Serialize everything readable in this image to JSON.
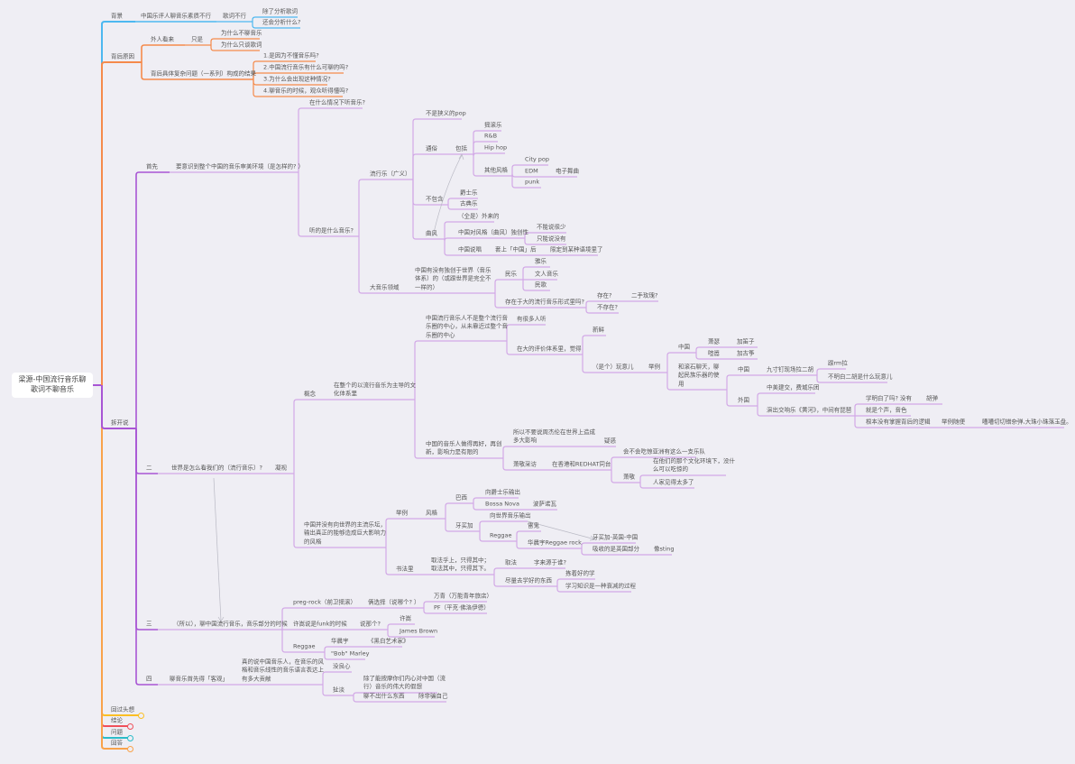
{
  "colors": {
    "blue": "#4db8f0",
    "orange": "#f58a4b",
    "purple": "#a855d4",
    "purple_light": "#d2a9e6",
    "yellow": "#fbbf24",
    "red": "#ef4f5a",
    "teal": "#2bbcc8",
    "orange2": "#f9a24a",
    "link": "#b9b9c4"
  },
  "root": {
    "text": "梁源-中国流行音乐聊歌词不聊音乐"
  },
  "nodes": [
    {
      "id": "b1",
      "text": "背景",
      "parent": "root",
      "branch": "blue"
    },
    {
      "id": "b2",
      "text": "中国乐评人聊音乐素质不行",
      "parent": "b1"
    },
    {
      "id": "b3",
      "text": "歌词不行",
      "parent": "b2"
    },
    {
      "id": "b4",
      "text": "除了分析歌词",
      "parent": "b3"
    },
    {
      "id": "b5",
      "text": "还会分析什么?",
      "parent": "b3"
    },
    {
      "id": "o1",
      "text": "背后原因",
      "parent": "root",
      "branch": "orange"
    },
    {
      "id": "o2",
      "text": "外人看来",
      "parent": "o1"
    },
    {
      "id": "o3",
      "text": "只是",
      "parent": "o2"
    },
    {
      "id": "o4",
      "text": "为什么不聊音乐",
      "parent": "o3"
    },
    {
      "id": "o5",
      "text": "为什么只谈歌词",
      "parent": "o3"
    },
    {
      "id": "o6",
      "text": "背后具体复杂问题（一系列）构成的结果",
      "parent": "o1"
    },
    {
      "id": "o7",
      "text": "1.是因为不懂音乐吗?",
      "parent": "o6"
    },
    {
      "id": "o8",
      "text": "2.中国流行音乐有什么可聊的吗?",
      "parent": "o6"
    },
    {
      "id": "o9",
      "text": "3.为什么会出现这种情况?",
      "parent": "o6"
    },
    {
      "id": "o10",
      "text": "4.聊音乐的时候，观众听得懂吗?",
      "parent": "o6"
    },
    {
      "id": "f1",
      "text": "回过头想",
      "parent": "root",
      "branch": "yellow"
    },
    {
      "id": "f2",
      "text": "结论",
      "parent": "root",
      "branch": "red"
    },
    {
      "id": "f3",
      "text": "问题",
      "parent": "root",
      "branch": "teal"
    },
    {
      "id": "f4",
      "text": "回答",
      "parent": "root",
      "branch": "orange2"
    },
    {
      "id": "p0",
      "text": "拆开说",
      "parent": "root",
      "branch": "purple"
    },
    {
      "id": "a1",
      "text": "首先",
      "parent": "p0"
    },
    {
      "id": "a2",
      "text": "要意识到整个中国的音乐审美环境（是怎样的? ）",
      "parent": "a1"
    },
    {
      "id": "a3",
      "text": "在什么情况下听音乐?",
      "parent": "a2"
    },
    {
      "id": "a4",
      "text": "听的是什么音乐?",
      "parent": "a2"
    },
    {
      "id": "a5",
      "text": "流行乐（广义）",
      "parent": "a4"
    },
    {
      "id": "a6",
      "text": "不是狭义的pop",
      "parent": "a5"
    },
    {
      "id": "a7",
      "text": "通俗",
      "parent": "a5"
    },
    {
      "id": "a8",
      "text": "包括",
      "parent": "a7"
    },
    {
      "id": "a9",
      "text": "摇滚乐",
      "parent": "a8"
    },
    {
      "id": "a10",
      "text": "R&B",
      "parent": "a8"
    },
    {
      "id": "a11",
      "text": "Hip hop",
      "parent": "a8"
    },
    {
      "id": "a12",
      "text": "其他风格",
      "parent": "a8"
    },
    {
      "id": "a13",
      "text": "City pop",
      "parent": "a12"
    },
    {
      "id": "a14",
      "text": "EDM",
      "parent": "a12"
    },
    {
      "id": "a15",
      "text": "电子舞曲",
      "parent": "a14"
    },
    {
      "id": "a16",
      "text": "punk",
      "parent": "a12"
    },
    {
      "id": "a17",
      "text": "不包含",
      "parent": "a5"
    },
    {
      "id": "a18",
      "text": "爵士乐",
      "parent": "a17"
    },
    {
      "id": "a19",
      "text": "古典乐",
      "parent": "a17"
    },
    {
      "id": "a20",
      "text": "曲风",
      "parent": "a5"
    },
    {
      "id": "a21",
      "text": "（全是）外来的",
      "parent": "a20"
    },
    {
      "id": "a22",
      "text": "中国对风格（曲风）独创性",
      "parent": "a20"
    },
    {
      "id": "a23",
      "text": "不能说很少",
      "parent": "a22"
    },
    {
      "id": "a24",
      "text": "只能说没有",
      "parent": "a22"
    },
    {
      "id": "a25",
      "text": "中国说唱",
      "parent": "a20"
    },
    {
      "id": "a26",
      "text": "套上「中国」后",
      "parent": "a25"
    },
    {
      "id": "a27",
      "text": "限定到某种语境里了",
      "parent": "a26"
    },
    {
      "id": "a28",
      "text": "大音乐领域",
      "parent": "a4"
    },
    {
      "id": "a29",
      "text": "中国有没有独创于世界（音乐体系）的（或跟世界是完全不一样的）",
      "parent": "a28"
    },
    {
      "id": "a30",
      "text": "民乐",
      "parent": "a29"
    },
    {
      "id": "a31",
      "text": "雅乐",
      "parent": "a30"
    },
    {
      "id": "a32",
      "text": "文人音乐",
      "parent": "a30"
    },
    {
      "id": "a33",
      "text": "民歌",
      "parent": "a30"
    },
    {
      "id": "a34",
      "text": "存在于大的流行音乐形式里吗?",
      "parent": "a29"
    },
    {
      "id": "a35",
      "text": "存在?",
      "parent": "a34"
    },
    {
      "id": "a36",
      "text": "二手玫瑰?",
      "parent": "a35"
    },
    {
      "id": "a37",
      "text": "不存在?",
      "parent": "a34"
    },
    {
      "id": "c1",
      "text": "二",
      "parent": "p0"
    },
    {
      "id": "c2",
      "text": "世界是怎么看我们的（流行音乐）?",
      "parent": "c1"
    },
    {
      "id": "c3",
      "text": "凝视",
      "parent": "c2"
    },
    {
      "id": "c4",
      "text": "概念",
      "parent": "c3"
    },
    {
      "id": "c5",
      "text": "在整个的以流行音乐为主导的文化体系里",
      "parent": "c4"
    },
    {
      "id": "c6",
      "text": "中国流行音乐人不是整个流行音乐圈的中心，从未靠近过整个音乐圈的中心",
      "parent": "c5"
    },
    {
      "id": "c7",
      "text": "有很多人听",
      "parent": "c6"
    },
    {
      "id": "c8",
      "text": "在大的评价体系里，觉得",
      "parent": "c6"
    },
    {
      "id": "c9",
      "text": "新鲜",
      "parent": "c8"
    },
    {
      "id": "c10",
      "text": "（是个）玩意儿",
      "parent": "c8"
    },
    {
      "id": "c11",
      "text": "举例",
      "parent": "c10"
    },
    {
      "id": "c12",
      "text": "中国",
      "parent": "c11"
    },
    {
      "id": "c13",
      "text": "萧瑟",
      "parent": "c12"
    },
    {
      "id": "c14",
      "text": "加笛子",
      "parent": "c13"
    },
    {
      "id": "c15",
      "text": "喧嚣",
      "parent": "c12"
    },
    {
      "id": "c16",
      "text": "加古筝",
      "parent": "c15"
    },
    {
      "id": "c17",
      "text": "和滚石聊天，聊起民族乐器的使用",
      "parent": "c11"
    },
    {
      "id": "c18",
      "text": "中国",
      "parent": "c17"
    },
    {
      "id": "c19",
      "text": "九寸钉现场拉二胡",
      "parent": "c18"
    },
    {
      "id": "c20",
      "text": "跟rm拉",
      "parent": "c19"
    },
    {
      "id": "c21",
      "text": "不明白二胡是什么玩意儿",
      "parent": "c19"
    },
    {
      "id": "c22",
      "text": "外国",
      "parent": "c17"
    },
    {
      "id": "c23",
      "text": "中美建交，费城乐团",
      "parent": "c22"
    },
    {
      "id": "c24",
      "text": "演出交响乐《黄河》，中间有琵琶",
      "parent": "c22"
    },
    {
      "id": "c25",
      "text": "学明白了吗? 没有",
      "parent": "c24"
    },
    {
      "id": "c26",
      "text": "胡弹",
      "parent": "c25"
    },
    {
      "id": "c27",
      "text": "就是个声，音色",
      "parent": "c24"
    },
    {
      "id": "c28",
      "text": "根本没有掌握背后的逻辑",
      "parent": "c24"
    },
    {
      "id": "c29",
      "text": "举例随便",
      "parent": "c28"
    },
    {
      "id": "c30",
      "text": "嘈嘈切切错杂弹,大珠小珠落玉盘。",
      "parent": "c29"
    },
    {
      "id": "c31",
      "text": "中国的音乐人做得再好，再创新，影响力是有限的",
      "parent": "c5"
    },
    {
      "id": "c32",
      "text": "所以不要说周杰伦在世界上造成多大影响",
      "parent": "c31"
    },
    {
      "id": "c33",
      "text": "疑惑",
      "parent": "c32"
    },
    {
      "id": "c34",
      "text": "萧敬采访",
      "parent": "c31"
    },
    {
      "id": "c35",
      "text": "在香港和REDHAT同台",
      "parent": "c34"
    },
    {
      "id": "c36",
      "text": "会不会吃惊亚洲有这么一支乐队",
      "parent": "c35"
    },
    {
      "id": "c37",
      "text": "萧敬",
      "parent": "c35"
    },
    {
      "id": "c38",
      "text": "在他们的那个文化环境下，没什么可以吃惊的",
      "parent": "c37"
    },
    {
      "id": "c39",
      "text": "人家见得太多了",
      "parent": "c37"
    },
    {
      "id": "c40",
      "text": "中国并没有向世界的主流乐坛，输出真正的能够造成巨大影响力的风格",
      "parent": "c3"
    },
    {
      "id": "c41",
      "text": "举例",
      "parent": "c40"
    },
    {
      "id": "c42",
      "text": "风格",
      "parent": "c41"
    },
    {
      "id": "c43",
      "text": "巴西",
      "parent": "c42"
    },
    {
      "id": "c44",
      "text": "向爵士乐输出",
      "parent": "c43"
    },
    {
      "id": "c45",
      "text": "Bossa Nova",
      "parent": "c43"
    },
    {
      "id": "c46",
      "text": "波萨诺瓦",
      "parent": "c45"
    },
    {
      "id": "c47",
      "text": "牙买加",
      "parent": "c42"
    },
    {
      "id": "c48",
      "text": "向世界音乐输出",
      "parent": "c47"
    },
    {
      "id": "c49",
      "text": "Reggae",
      "parent": "c47"
    },
    {
      "id": "c50",
      "text": "雷鬼",
      "parent": "c49"
    },
    {
      "id": "c51",
      "text": "华晨宇Reggae rock",
      "parent": "c49"
    },
    {
      "id": "c52",
      "text": "牙买加-英国-中国",
      "parent": "c51"
    },
    {
      "id": "c53",
      "text": "吸收的是英国部分",
      "parent": "c51"
    },
    {
      "id": "c54",
      "text": "像sting",
      "parent": "c53"
    },
    {
      "id": "c55",
      "text": "书法里",
      "parent": "c40"
    },
    {
      "id": "c56",
      "text": "取法乎上，只得其中；取法其中，只得其下。",
      "parent": "c55"
    },
    {
      "id": "c57",
      "text": "取法",
      "parent": "c56"
    },
    {
      "id": "c58",
      "text": "字来源于谁?",
      "parent": "c57"
    },
    {
      "id": "c59",
      "text": "尽量去学好的东西",
      "parent": "c56"
    },
    {
      "id": "c60",
      "text": "拣着好的学",
      "parent": "c59"
    },
    {
      "id": "c61",
      "text": "学习知识是一种衰减的过程",
      "parent": "c59"
    },
    {
      "id": "d1",
      "text": "三",
      "parent": "p0"
    },
    {
      "id": "d2",
      "text": "（所以），聊中国流行音乐，音乐部分的时候",
      "parent": "d1"
    },
    {
      "id": "d3",
      "text": "preg-rock（前卫摇滚）",
      "parent": "d2"
    },
    {
      "id": "d4",
      "text": "俩选择（说哪个? ）",
      "parent": "d3"
    },
    {
      "id": "d5",
      "text": "万青（万能青年旅店）",
      "parent": "d4"
    },
    {
      "id": "d6",
      "text": "PF（平克·佛洛伊德）",
      "parent": "d4"
    },
    {
      "id": "d7",
      "text": "许嵩说是funk的时候",
      "parent": "d2"
    },
    {
      "id": "d8",
      "text": "说那个?",
      "parent": "d7"
    },
    {
      "id": "d9",
      "text": "许嵩",
      "parent": "d8"
    },
    {
      "id": "d10",
      "text": "James Brown",
      "parent": "d8"
    },
    {
      "id": "d11",
      "text": "Reggae",
      "parent": "d2"
    },
    {
      "id": "d12",
      "text": "华晨宇",
      "parent": "d11"
    },
    {
      "id": "d13",
      "text": "《黑白艺术家》",
      "parent": "d12"
    },
    {
      "id": "d14",
      "text": "\"Bob\" Marley",
      "parent": "d11"
    },
    {
      "id": "e1",
      "text": "四",
      "parent": "p0"
    },
    {
      "id": "e2",
      "text": "聊音乐首先得「客观」",
      "parent": "e1"
    },
    {
      "id": "e3",
      "text": "真的说中国音乐人，在音乐的风格和音乐线性的音乐语言表达上有多大贡献",
      "parent": "e2"
    },
    {
      "id": "e4",
      "text": "没良心",
      "parent": "e3"
    },
    {
      "id": "e5",
      "text": "扯淡",
      "parent": "e3"
    },
    {
      "id": "e6",
      "text": "除了能按摩你们内心对中国（流行）音乐的伟大的假想",
      "parent": "e5"
    },
    {
      "id": "e7",
      "text": "聊不出什么东西",
      "parent": "e5"
    },
    {
      "id": "e8",
      "text": "除非骗自己",
      "parent": "e7"
    }
  ]
}
